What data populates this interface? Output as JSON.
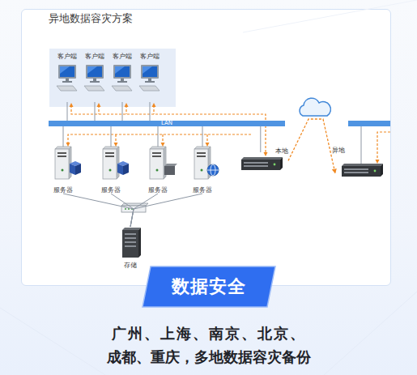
{
  "diagram": {
    "title": "异地数据容灾方案",
    "caption": "广州、上海、南京、北京、 成都、重庆，多地数据容灾备份",
    "nodes": [
      {
        "text": [
          "客户端"
        ]
      },
      {
        "text": [
          "客户端"
        ]
      },
      {
        "text": [
          "客户端"
        ]
      },
      {
        "text": [
          "客户端"
        ]
      },
      {
        "text": [
          "LAN"
        ]
      },
      {
        "text": [
          "服务器"
        ]
      },
      {
        "text": [
          "服务器"
        ]
      },
      {
        "text": [
          "服务器"
        ]
      },
      {
        "text": [
          "服务器"
        ]
      },
      {
        "text": [
          "本地"
        ]
      },
      {
        "text": [
          "异地"
        ]
      },
      {
        "text": [
          "存储"
        ]
      },
      {
        "text": [
          "数据安全"
        ]
      }
    ],
    "edges": [
      {
        "from": 0,
        "to": 4,
        "arrow": "none"
      },
      {
        "from": 1,
        "to": 4,
        "arrow": "none"
      },
      {
        "from": 2,
        "to": 4,
        "arrow": "none"
      },
      {
        "from": 3,
        "to": 4,
        "arrow": "none"
      },
      {
        "from": 5,
        "to": 4,
        "arrow": "none"
      },
      {
        "from": 6,
        "to": 4,
        "arrow": "none"
      },
      {
        "from": 7,
        "to": 4,
        "arrow": "none"
      },
      {
        "from": 8,
        "to": 4,
        "arrow": "none"
      },
      {
        "from": 9,
        "to": 4,
        "arrow": "none"
      },
      {
        "from": 5,
        "to": 11,
        "arrow": "none"
      },
      {
        "from": 6,
        "to": 11,
        "arrow": "none"
      },
      {
        "from": 7,
        "to": 11,
        "arrow": "none"
      },
      {
        "from": 8,
        "to": 11,
        "arrow": "none"
      },
      {
        "from": 9,
        "to": 10,
        "arrow": "to"
      }
    ]
  }
}
